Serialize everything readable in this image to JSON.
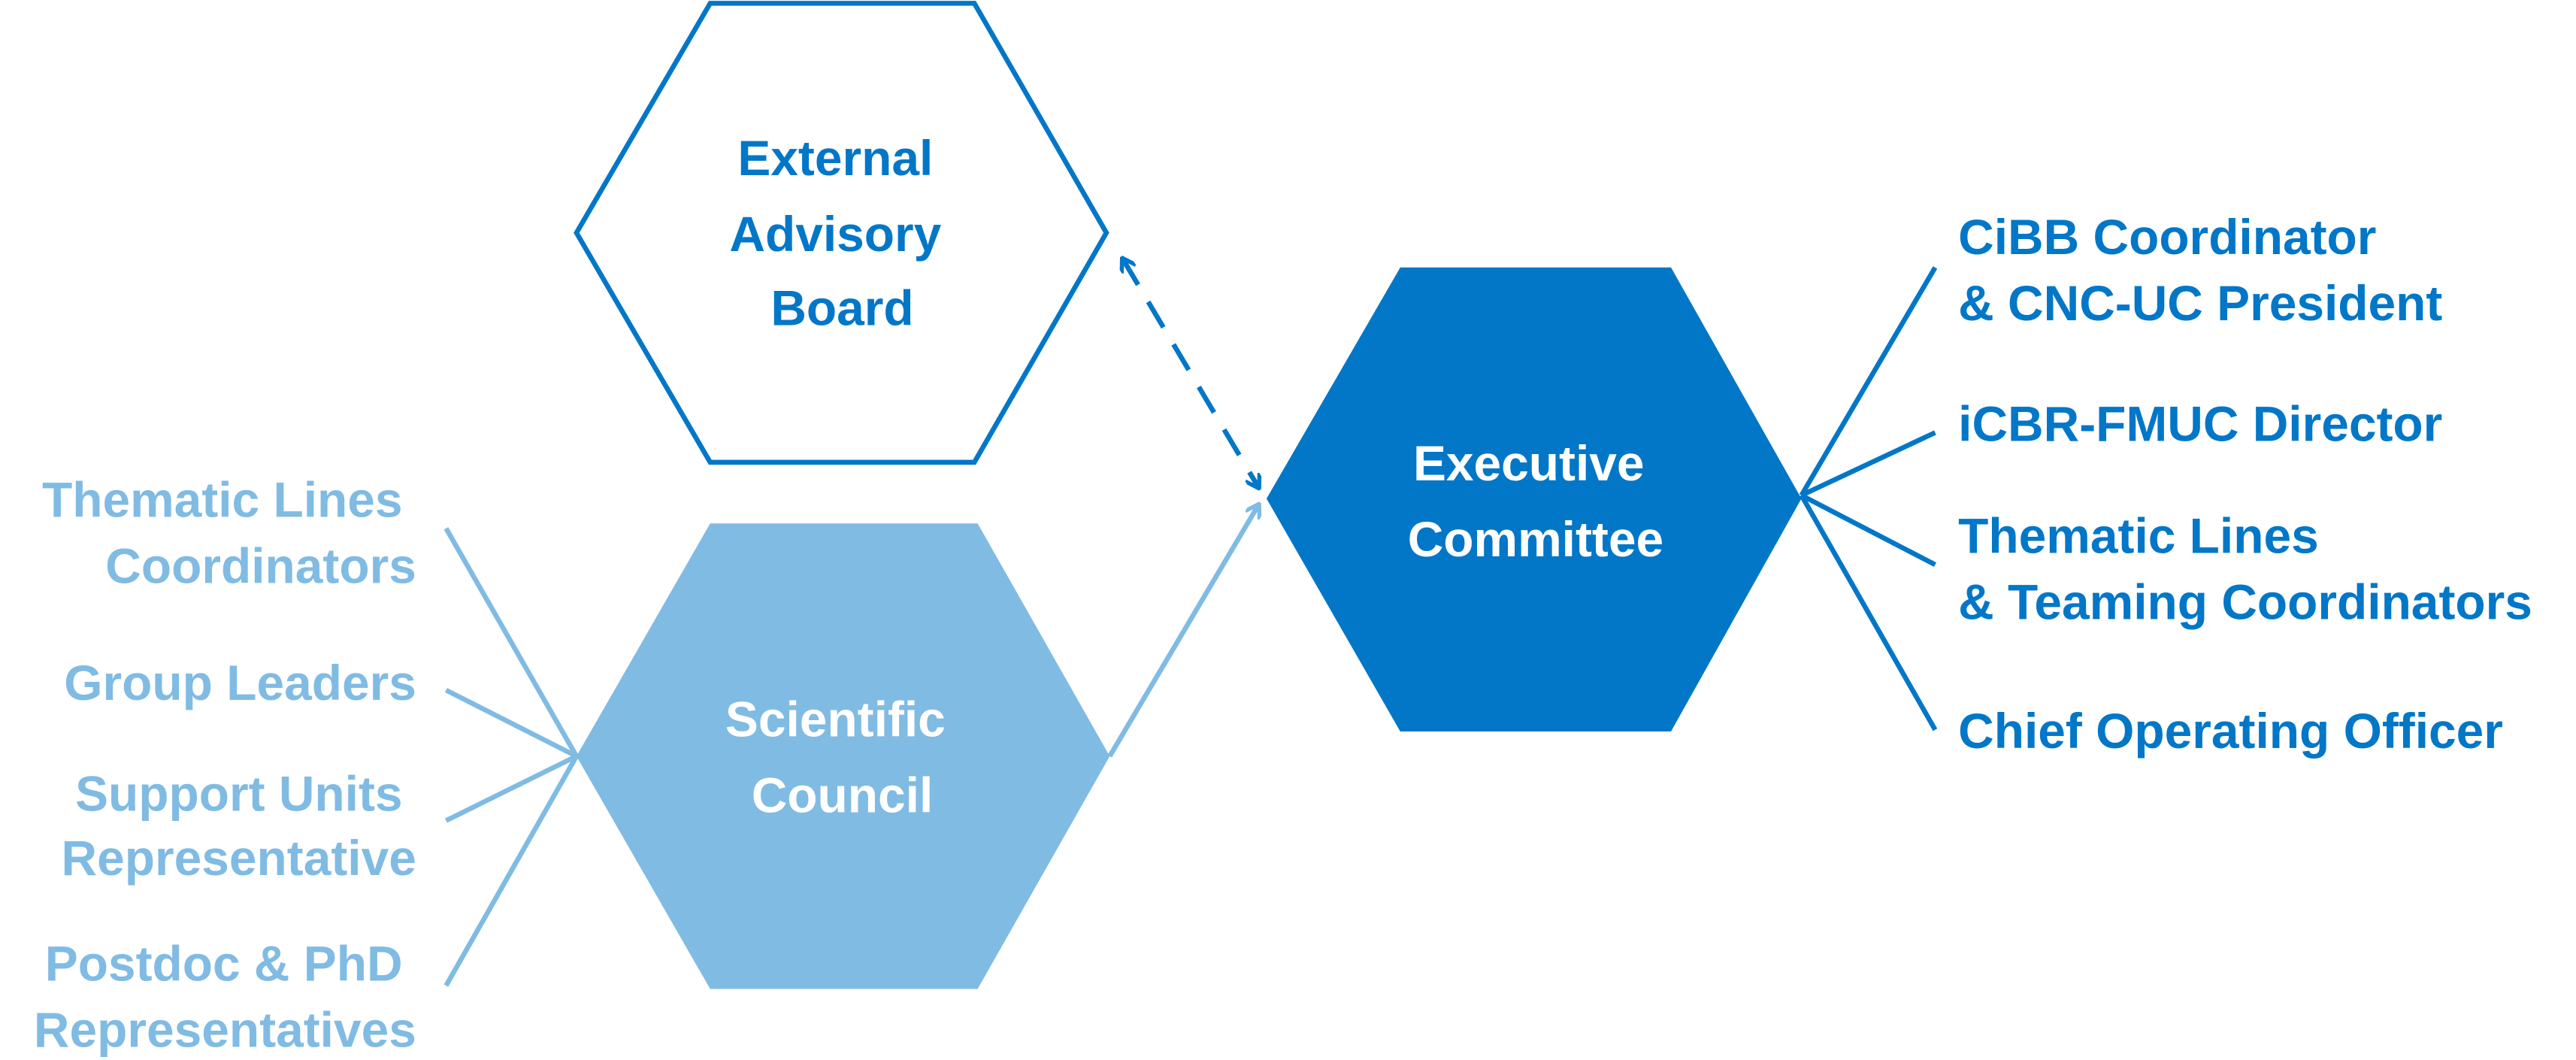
{
  "colors": {
    "dark": "#0277c8",
    "light": "#80bbe3"
  },
  "hexagons": {
    "external_advisory_board": [
      "External",
      "Advisory",
      "Board"
    ],
    "executive_committee": [
      "Executive",
      "Committee"
    ],
    "scientific_council": [
      "Scientific",
      "Council"
    ]
  },
  "scientific_council_members": [
    [
      "Thematic Lines",
      "Coordinators"
    ],
    [
      "Group Leaders"
    ],
    [
      "Support Units",
      "Representative"
    ],
    [
      "Postdoc & PhD",
      "Representatives"
    ]
  ],
  "executive_committee_members": [
    [
      "CiBB Coordinator",
      "& CNC-UC President"
    ],
    [
      "iCBR-FMUC Director"
    ],
    [
      "Thematic Lines",
      "& Teaming Coordinators"
    ],
    [
      "Chief Operating Officer"
    ]
  ]
}
